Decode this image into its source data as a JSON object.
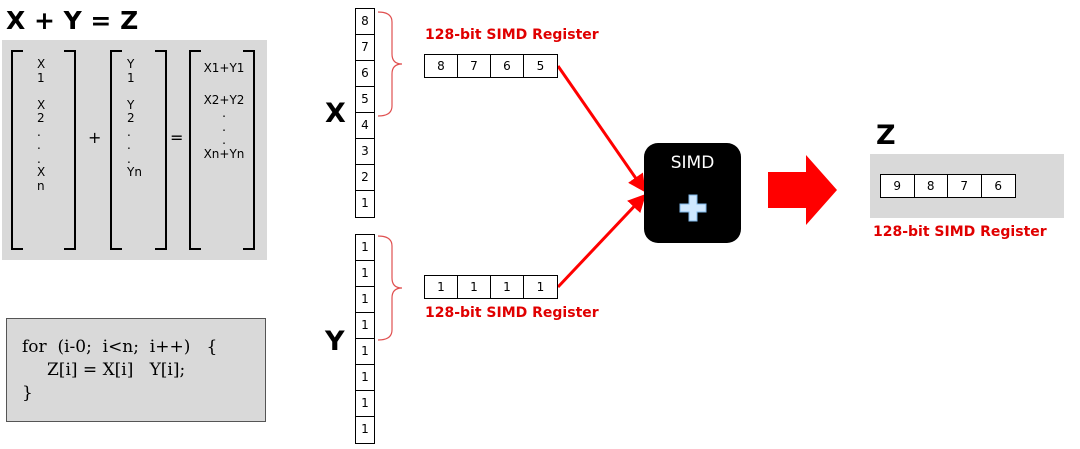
{
  "equation_title": "X + Y = Z",
  "matrix_x": [
    "X",
    "1",
    "",
    "X",
    "2",
    ".",
    ".",
    ".",
    "X",
    "n"
  ],
  "matrix_y": [
    "Y",
    "1",
    "",
    "Y",
    "2",
    ".",
    ".",
    ".",
    "Yn"
  ],
  "matrix_z": [
    "X1+Y1",
    "",
    "X2+Y2",
    ".",
    ".",
    ".",
    "Xn+Yn"
  ],
  "op_plus": "+",
  "op_equals": "=",
  "code": {
    "line1": "for  (i-0;  i<n;  i++)   {",
    "line2": "Z[i] = X[i]   Y[i];",
    "line3": "}"
  },
  "x_label": "X",
  "y_label": "Y",
  "z_label": "Z",
  "x_stack": [
    "8",
    "7",
    "6",
    "5",
    "4",
    "3",
    "2",
    "1"
  ],
  "y_stack": [
    "1",
    "1",
    "1",
    "1",
    "1",
    "1",
    "1",
    "1"
  ],
  "x_register": [
    "8",
    "7",
    "6",
    "5"
  ],
  "y_register": [
    "1",
    "1",
    "1",
    "1"
  ],
  "z_register": [
    "9",
    "8",
    "7",
    "6"
  ],
  "register_label_x": "128-bit SIMD Register",
  "register_label_y": "128-bit SIMD Register",
  "register_label_z": "128-bit SIMD Register",
  "simd_label": "SIMD",
  "colors": {
    "accent": "#e00000",
    "panel": "#d9d9d9",
    "simd_box": "#000000"
  }
}
